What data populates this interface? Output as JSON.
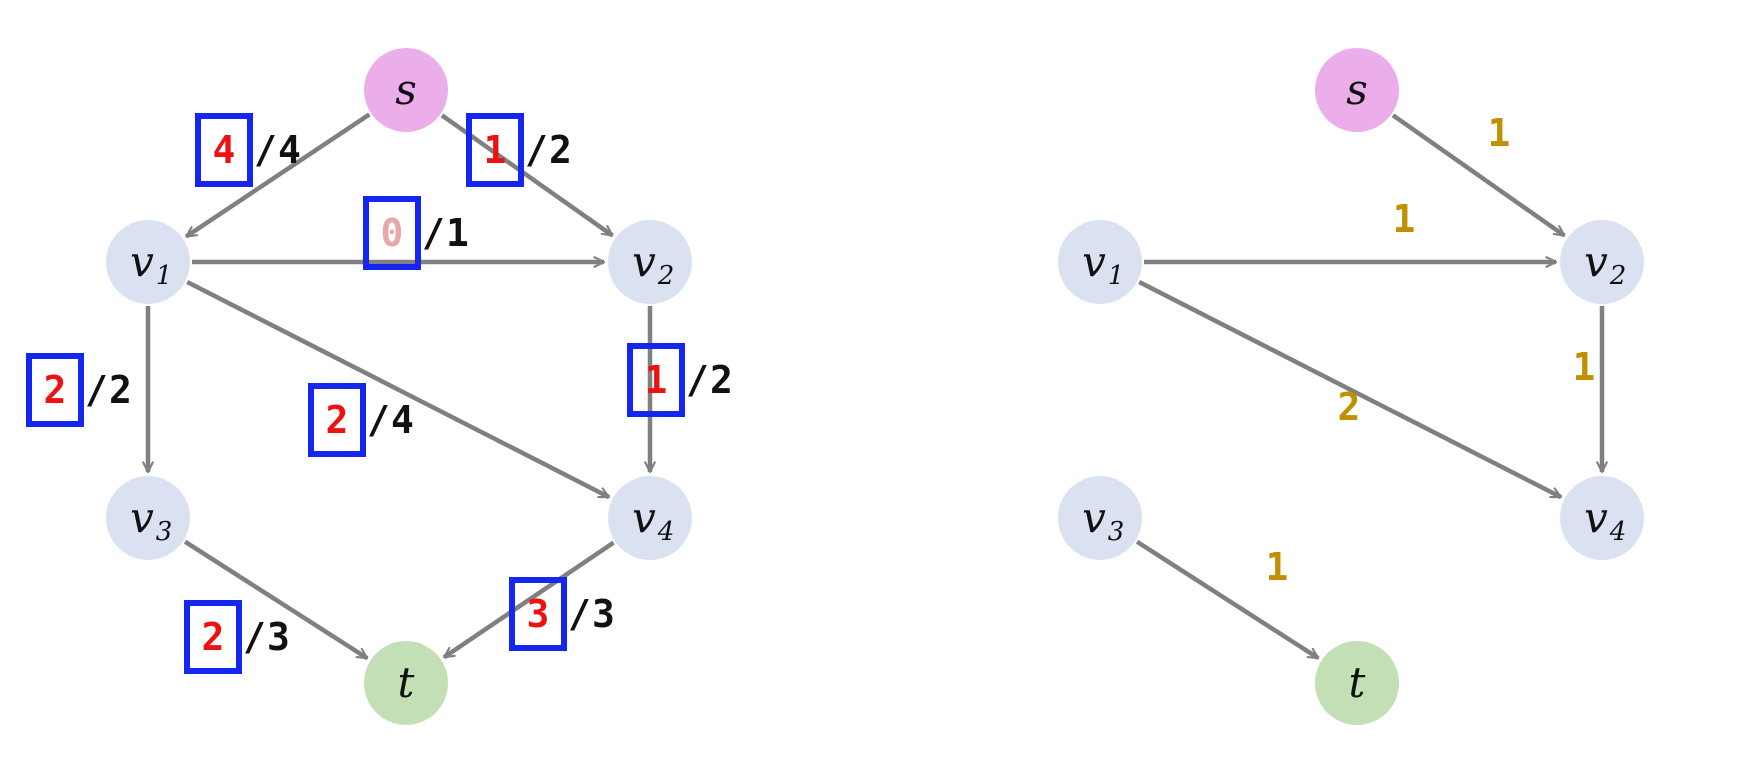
{
  "colors": {
    "source_fill": "#ebaeeb",
    "sink_fill": "#c2dfb6",
    "node_fill": "#dae2f1",
    "edge": "#808080",
    "box": "#1426f0",
    "flow_text": "#ee1111",
    "flow_zero_text": "#e8a8a8",
    "capacity_text": "#111111",
    "residual_text": "#c09000"
  },
  "left_graph": {
    "nodes": {
      "s": {
        "base": "s",
        "sub": ""
      },
      "v1": {
        "base": "v",
        "sub": "1"
      },
      "v2": {
        "base": "v",
        "sub": "2"
      },
      "v3": {
        "base": "v",
        "sub": "3"
      },
      "v4": {
        "base": "v",
        "sub": "4"
      },
      "t": {
        "base": "t",
        "sub": ""
      }
    },
    "edges": [
      {
        "id": "s-v1",
        "from": "s",
        "to": "v1",
        "flow": "4",
        "capacity": "4"
      },
      {
        "id": "s-v2",
        "from": "s",
        "to": "v2",
        "flow": "1",
        "capacity": "2"
      },
      {
        "id": "v1-v2",
        "from": "v1",
        "to": "v2",
        "flow": "0",
        "capacity": "1"
      },
      {
        "id": "v1-v3",
        "from": "v1",
        "to": "v3",
        "flow": "2",
        "capacity": "2"
      },
      {
        "id": "v1-v4",
        "from": "v1",
        "to": "v4",
        "flow": "2",
        "capacity": "4"
      },
      {
        "id": "v2-v4",
        "from": "v2",
        "to": "v4",
        "flow": "1",
        "capacity": "2"
      },
      {
        "id": "v3-t",
        "from": "v3",
        "to": "t",
        "flow": "2",
        "capacity": "3"
      },
      {
        "id": "v4-t",
        "from": "v4",
        "to": "t",
        "flow": "3",
        "capacity": "3"
      }
    ]
  },
  "right_graph": {
    "nodes": {
      "s": {
        "base": "s",
        "sub": ""
      },
      "v1": {
        "base": "v",
        "sub": "1"
      },
      "v2": {
        "base": "v",
        "sub": "2"
      },
      "v3": {
        "base": "v",
        "sub": "3"
      },
      "v4": {
        "base": "v",
        "sub": "4"
      },
      "t": {
        "base": "t",
        "sub": ""
      }
    },
    "edges": [
      {
        "id": "s-v2",
        "from": "s",
        "to": "v2",
        "value": "1"
      },
      {
        "id": "v1-v2",
        "from": "v1",
        "to": "v2",
        "value": "1"
      },
      {
        "id": "v1-v4",
        "from": "v1",
        "to": "v4",
        "value": "2"
      },
      {
        "id": "v2-v4",
        "from": "v2",
        "to": "v4",
        "value": "1"
      },
      {
        "id": "v3-t",
        "from": "v3",
        "to": "t",
        "value": "1"
      }
    ]
  }
}
